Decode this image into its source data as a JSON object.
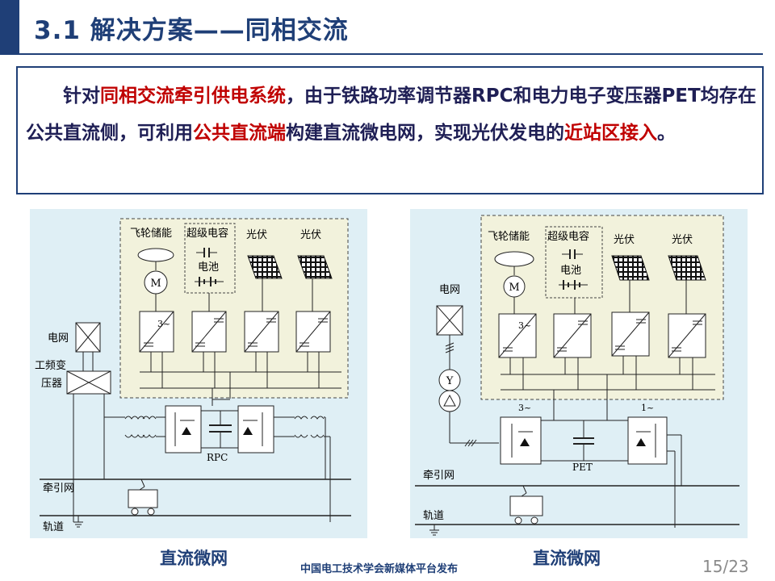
{
  "title": "3.1 解决方案——同相交流",
  "paragraph": {
    "s1": "针对",
    "s2": "同相交流牵引供电系统",
    "s3": "，由于铁路功率调节器RPC和电力电子变压器PET均存在公共直流侧，可利用",
    "s4": "公共直流端",
    "s5": "构建直流微电网，实现光伏发电的",
    "s6": "近站区接入",
    "s7": "。"
  },
  "diagram_left": {
    "flywheel": "飞轮储能",
    "supercap": "超级电容",
    "battery": "电池",
    "pv1": "光伏",
    "pv2": "光伏",
    "motor": "M",
    "phase": "3~",
    "grid": "电网",
    "transformer": "工频变压器",
    "device": "RPC",
    "catenary": "牵引网",
    "rail": "轨道"
  },
  "diagram_right": {
    "flywheel": "飞轮储能",
    "supercap": "超级电容",
    "battery": "电池",
    "pv1": "光伏",
    "pv2": "光伏",
    "motor": "M",
    "phase": "3~",
    "grid": "电网",
    "y_label": "Y",
    "phase3": "3~",
    "phase1": "1~",
    "device": "PET",
    "catenary": "牵引网",
    "rail": "轨道"
  },
  "captions": {
    "left": "直流微网",
    "right": "直流微网"
  },
  "footer": "中国电工技术学会新媒体平台发布",
  "page": "15/23",
  "colors": {
    "primary": "#1f3f77",
    "highlight": "#c00000",
    "diagram_bg": "#dfeff5",
    "dashed_box": "#f2f2dc"
  }
}
